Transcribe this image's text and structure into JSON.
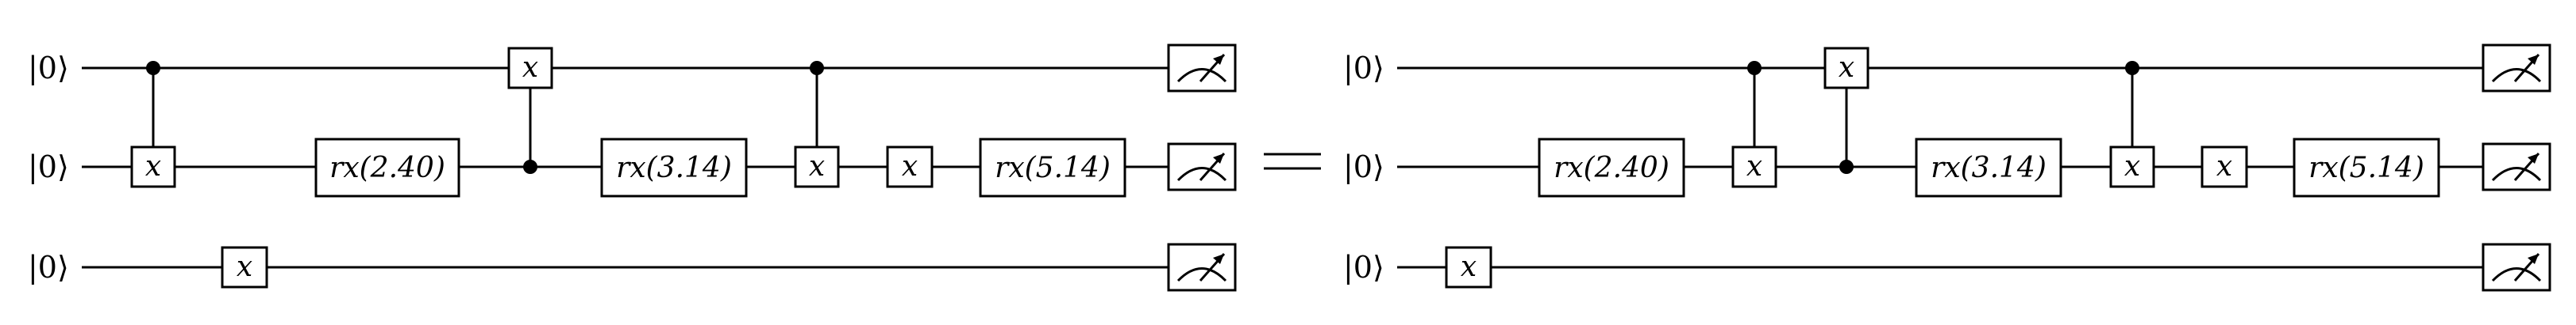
{
  "qubit_label": "|0⟩",
  "equals_sign": "=",
  "gate_labels": {
    "x": "x",
    "rx_240": "rx(2.40)",
    "rx_314": "rx(3.14)",
    "rx_514": "rx(5.14)"
  },
  "circuits": [
    {
      "id": "left",
      "qubits": [
        "|0⟩",
        "|0⟩",
        "|0⟩"
      ],
      "operations": [
        {
          "gate": "cx",
          "control": 0,
          "target": 1
        },
        {
          "gate": "x",
          "qubit": 2
        },
        {
          "gate": "rx",
          "qubit": 1,
          "param": "2.40"
        },
        {
          "gate": "cx",
          "control": 1,
          "target": 0
        },
        {
          "gate": "rx",
          "qubit": 1,
          "param": "3.14"
        },
        {
          "gate": "cx",
          "control": 0,
          "target": 1
        },
        {
          "gate": "x",
          "qubit": 1
        },
        {
          "gate": "rx",
          "qubit": 1,
          "param": "5.14"
        },
        {
          "gate": "measure",
          "qubits": [
            0,
            1,
            2
          ]
        }
      ]
    },
    {
      "id": "right",
      "qubits": [
        "|0⟩",
        "|0⟩",
        "|0⟩"
      ],
      "operations": [
        {
          "gate": "x",
          "qubit": 2
        },
        {
          "gate": "rx",
          "qubit": 1,
          "param": "2.40"
        },
        {
          "gate": "cx",
          "control": 0,
          "target": 1
        },
        {
          "gate": "cx",
          "control": 1,
          "target": 0
        },
        {
          "gate": "rx",
          "qubit": 1,
          "param": "3.14"
        },
        {
          "gate": "cx",
          "control": 0,
          "target": 1
        },
        {
          "gate": "x",
          "qubit": 1
        },
        {
          "gate": "rx",
          "qubit": 1,
          "param": "5.14"
        },
        {
          "gate": "measure",
          "qubits": [
            0,
            1,
            2
          ]
        }
      ]
    }
  ]
}
